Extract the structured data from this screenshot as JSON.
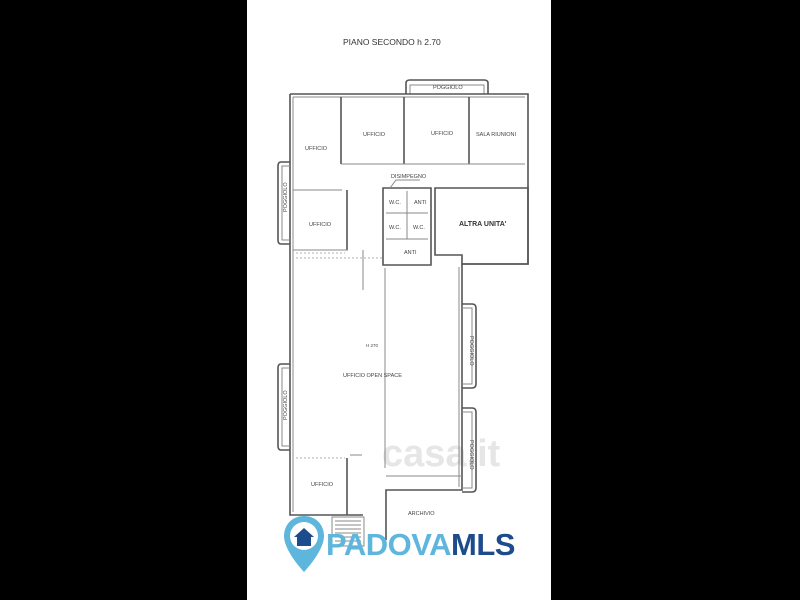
{
  "plan": {
    "title": "PIANO SECONDO  h 2.70",
    "rooms": {
      "poggiolo_top": "POGGIOLO",
      "ufficio_1": "UFFICIO",
      "ufficio_2": "UFFICIO",
      "ufficio_3": "UFFICIO",
      "sala_riunioni": "SALA RIUNIONI",
      "disimpegno": "DISIMPEGNO",
      "poggiolo_left_top": "POGGIOLO",
      "ufficio_small": "UFFICIO",
      "wc_1": "W.C.",
      "anti_1": "ANTI",
      "wc_2": "W.C.",
      "wc_3": "W.C.",
      "anti_2": "ANTI",
      "altra_unita": "ALTRA UNITA'",
      "height_note": "H 270",
      "open_space": "UFFICIO OPEN SPACE",
      "poggiolo_left_bottom": "POGGIOLO",
      "poggiolo_right_top": "POGGIOLO",
      "poggiolo_right_bottom": "POGGIOLO",
      "ufficio_bottom": "UFFICIO",
      "archivio": "ARCHIVIO"
    },
    "watermark": "casa.it"
  },
  "logo": {
    "part1": "PADOVA",
    "part2": "MLS",
    "color_light": "#5eb6dc",
    "color_dark": "#1d4c8c"
  }
}
